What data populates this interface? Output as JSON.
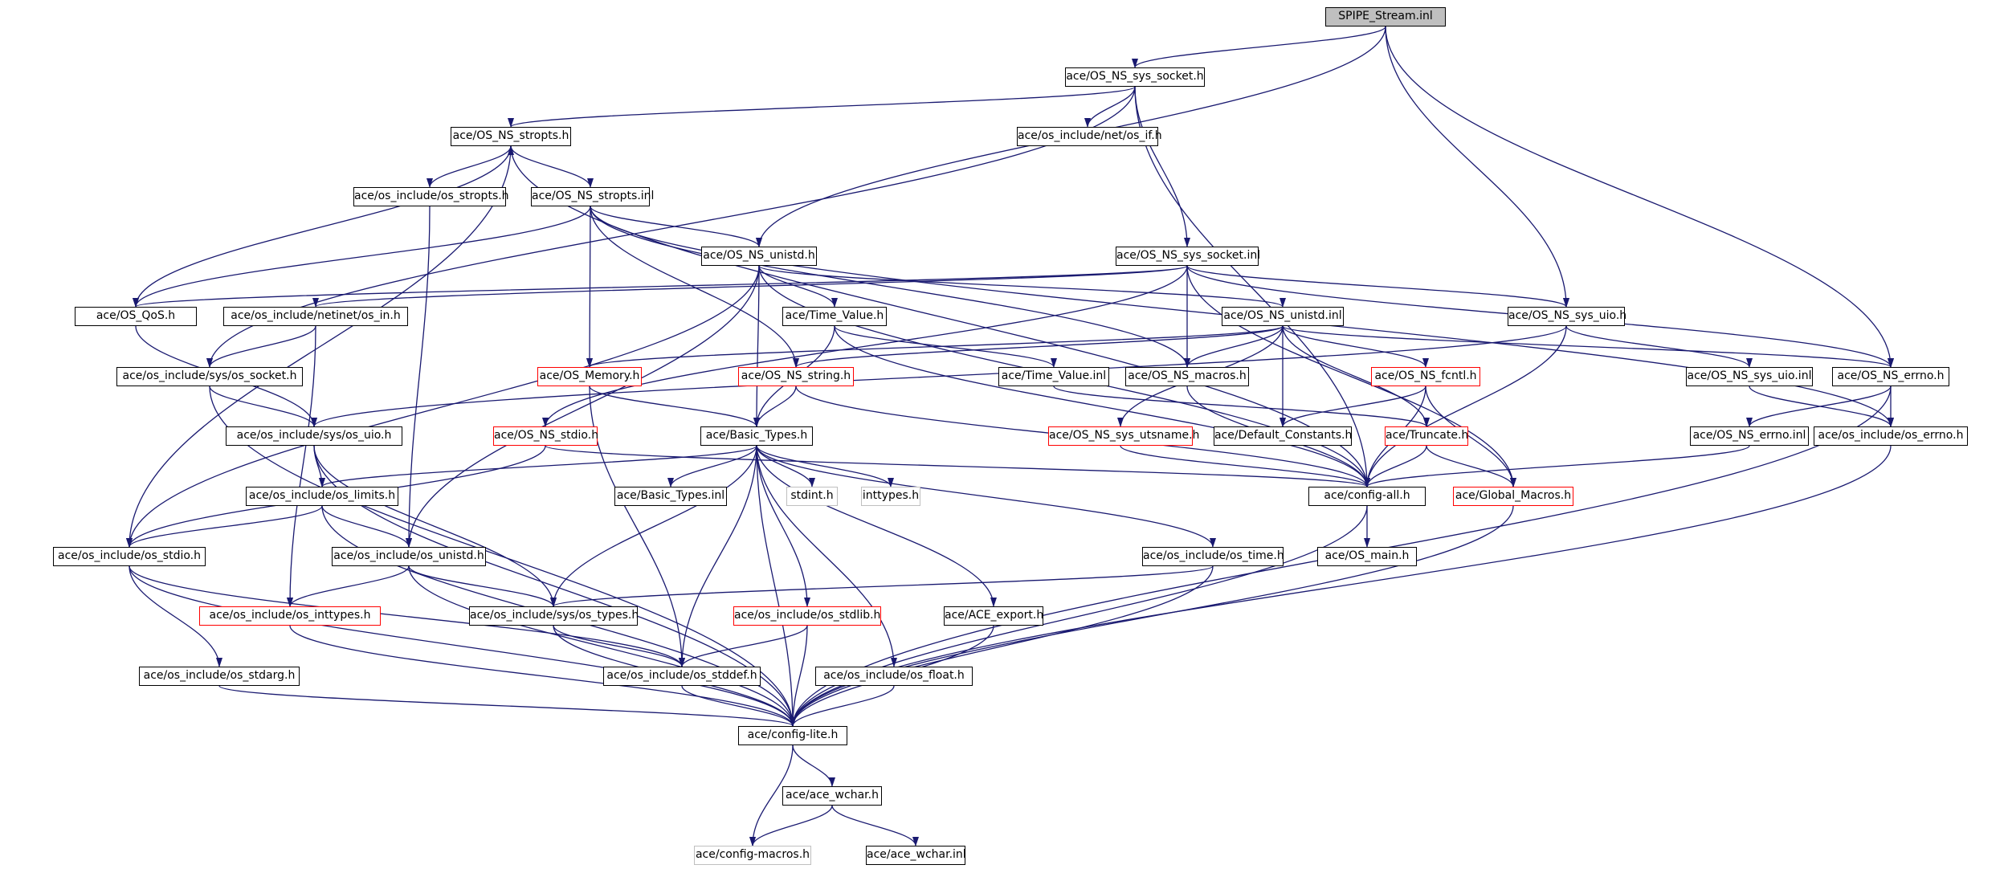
{
  "colors": {
    "edge": "#191970",
    "node_border": "#000000",
    "missing_border": "#ff0000",
    "external_border": "#bfbfbf",
    "root_fill": "#bfbfbf"
  },
  "nodes": [
    {
      "id": "spipe_stream_inl",
      "label": "SPIPE_Stream.inl",
      "style": "root"
    },
    {
      "id": "os_ns_sys_socket_h",
      "label": "ace/OS_NS_sys_socket.h",
      "style": "normal"
    },
    {
      "id": "os_ns_stropts_h",
      "label": "ace/OS_NS_stropts.h",
      "style": "normal"
    },
    {
      "id": "os_if_h",
      "label": "ace/os_include/net/os_if.h",
      "style": "normal"
    },
    {
      "id": "os_stropts_h",
      "label": "ace/os_include/os_stropts.h",
      "style": "normal"
    },
    {
      "id": "os_ns_stropts_inl",
      "label": "ace/OS_NS_stropts.inl",
      "style": "normal"
    },
    {
      "id": "os_ns_unistd_h",
      "label": "ace/OS_NS_unistd.h",
      "style": "normal"
    },
    {
      "id": "os_ns_sys_socket_inl",
      "label": "ace/OS_NS_sys_socket.inl",
      "style": "normal"
    },
    {
      "id": "os_qos_h",
      "label": "ace/OS_QoS.h",
      "style": "normal"
    },
    {
      "id": "os_in_h",
      "label": "ace/os_include/netinet/os_in.h",
      "style": "normal"
    },
    {
      "id": "time_value_h",
      "label": "ace/Time_Value.h",
      "style": "normal"
    },
    {
      "id": "os_ns_unistd_inl",
      "label": "ace/OS_NS_unistd.inl",
      "style": "normal"
    },
    {
      "id": "os_ns_sys_uio_h",
      "label": "ace/OS_NS_sys_uio.h",
      "style": "normal"
    },
    {
      "id": "sys_os_socket_h",
      "label": "ace/os_include/sys/os_socket.h",
      "style": "normal"
    },
    {
      "id": "os_memory_h",
      "label": "ace/OS_Memory.h",
      "style": "missing"
    },
    {
      "id": "os_ns_string_h",
      "label": "ace/OS_NS_string.h",
      "style": "missing"
    },
    {
      "id": "time_value_inl",
      "label": "ace/Time_Value.inl",
      "style": "normal"
    },
    {
      "id": "os_ns_macros_h",
      "label": "ace/OS_NS_macros.h",
      "style": "normal"
    },
    {
      "id": "os_ns_fcntl_h",
      "label": "ace/OS_NS_fcntl.h",
      "style": "missing"
    },
    {
      "id": "os_ns_sys_uio_inl",
      "label": "ace/OS_NS_sys_uio.inl",
      "style": "normal"
    },
    {
      "id": "os_ns_errno_h",
      "label": "ace/OS_NS_errno.h",
      "style": "normal"
    },
    {
      "id": "sys_os_uio_h",
      "label": "ace/os_include/sys/os_uio.h",
      "style": "normal"
    },
    {
      "id": "os_ns_stdio_h",
      "label": "ace/OS_NS_stdio.h",
      "style": "missing"
    },
    {
      "id": "basic_types_h",
      "label": "ace/Basic_Types.h",
      "style": "normal"
    },
    {
      "id": "os_ns_sys_utsname_h",
      "label": "ace/OS_NS_sys_utsname.h",
      "style": "missing"
    },
    {
      "id": "default_constants_h",
      "label": "ace/Default_Constants.h",
      "style": "normal"
    },
    {
      "id": "truncate_h",
      "label": "ace/Truncate.h",
      "style": "missing"
    },
    {
      "id": "os_ns_errno_inl",
      "label": "ace/OS_NS_errno.inl",
      "style": "normal"
    },
    {
      "id": "os_errno_h",
      "label": "ace/os_include/os_errno.h",
      "style": "normal"
    },
    {
      "id": "os_limits_h",
      "label": "ace/os_include/os_limits.h",
      "style": "normal"
    },
    {
      "id": "basic_types_inl",
      "label": "ace/Basic_Types.inl",
      "style": "normal"
    },
    {
      "id": "stdint_h",
      "label": "stdint.h",
      "style": "external"
    },
    {
      "id": "inttypes_h",
      "label": "inttypes.h",
      "style": "external"
    },
    {
      "id": "config_all_h",
      "label": "ace/config-all.h",
      "style": "normal"
    },
    {
      "id": "global_macros_h",
      "label": "ace/Global_Macros.h",
      "style": "missing"
    },
    {
      "id": "os_stdio_h",
      "label": "ace/os_include/os_stdio.h",
      "style": "normal"
    },
    {
      "id": "os_unistd_h",
      "label": "ace/os_include/os_unistd.h",
      "style": "normal"
    },
    {
      "id": "os_time_h",
      "label": "ace/os_include/os_time.h",
      "style": "normal"
    },
    {
      "id": "os_main_h",
      "label": "ace/OS_main.h",
      "style": "normal"
    },
    {
      "id": "os_inttypes_h",
      "label": "ace/os_include/os_inttypes.h",
      "style": "missing"
    },
    {
      "id": "sys_os_types_h",
      "label": "ace/os_include/sys/os_types.h",
      "style": "normal"
    },
    {
      "id": "os_stdlib_h",
      "label": "ace/os_include/os_stdlib.h",
      "style": "missing"
    },
    {
      "id": "ace_export_h",
      "label": "ace/ACE_export.h",
      "style": "normal"
    },
    {
      "id": "os_stdarg_h",
      "label": "ace/os_include/os_stdarg.h",
      "style": "normal"
    },
    {
      "id": "os_stddef_h",
      "label": "ace/os_include/os_stddef.h",
      "style": "normal"
    },
    {
      "id": "os_float_h",
      "label": "ace/os_include/os_float.h",
      "style": "normal"
    },
    {
      "id": "config_lite_h",
      "label": "ace/config-lite.h",
      "style": "normal"
    },
    {
      "id": "ace_wchar_h",
      "label": "ace/ace_wchar.h",
      "style": "normal"
    },
    {
      "id": "config_macros_h",
      "label": "ace/config-macros.h",
      "style": "external"
    },
    {
      "id": "ace_wchar_inl",
      "label": "ace/ace_wchar.inl",
      "style": "normal"
    }
  ],
  "edges": [
    [
      "spipe_stream_inl",
      "os_ns_sys_socket_h"
    ],
    [
      "spipe_stream_inl",
      "os_ns_unistd_h"
    ],
    [
      "spipe_stream_inl",
      "os_ns_sys_uio_h"
    ],
    [
      "spipe_stream_inl",
      "os_ns_errno_h"
    ],
    [
      "os_ns_sys_socket_h",
      "os_ns_stropts_h"
    ],
    [
      "os_ns_sys_socket_h",
      "os_if_h"
    ],
    [
      "os_ns_sys_socket_h",
      "os_ns_sys_socket_inl"
    ],
    [
      "os_ns_sys_socket_h",
      "sys_os_socket_h"
    ],
    [
      "os_ns_sys_socket_h",
      "config_all_h"
    ],
    [
      "os_ns_stropts_h",
      "os_stropts_h"
    ],
    [
      "os_ns_stropts_h",
      "os_ns_stropts_inl"
    ],
    [
      "os_ns_stropts_h",
      "os_stdio_h"
    ],
    [
      "os_ns_stropts_h",
      "config_all_h"
    ],
    [
      "os_stropts_h",
      "os_unistd_h"
    ],
    [
      "os_ns_stropts_inl",
      "os_ns_unistd_h"
    ],
    [
      "os_ns_stropts_inl",
      "os_qos_h"
    ],
    [
      "os_ns_stropts_inl",
      "os_memory_h"
    ],
    [
      "os_ns_stropts_inl",
      "os_ns_string_h"
    ],
    [
      "os_ns_stropts_inl",
      "os_ns_macros_h"
    ],
    [
      "os_ns_stropts_inl",
      "os_errno_h"
    ],
    [
      "os_ns_unistd_h",
      "time_value_h"
    ],
    [
      "os_ns_unistd_h",
      "basic_types_h"
    ],
    [
      "os_ns_unistd_h",
      "os_ns_unistd_inl"
    ],
    [
      "os_ns_unistd_h",
      "os_unistd_h"
    ],
    [
      "os_ns_unistd_h",
      "os_stdio_h"
    ],
    [
      "os_ns_unistd_h",
      "config_all_h"
    ],
    [
      "os_ns_sys_socket_inl",
      "os_qos_h"
    ],
    [
      "os_ns_sys_socket_inl",
      "os_in_h"
    ],
    [
      "os_ns_sys_socket_inl",
      "os_ns_sys_uio_h"
    ],
    [
      "os_ns_sys_socket_inl",
      "os_ns_macros_h"
    ],
    [
      "os_ns_sys_socket_inl",
      "os_ns_stdio_h"
    ],
    [
      "os_ns_sys_socket_inl",
      "os_ns_errno_h"
    ],
    [
      "os_ns_sys_socket_inl",
      "global_macros_h"
    ],
    [
      "os_qos_h",
      "os_ns_stropts_h"
    ],
    [
      "os_qos_h",
      "sys_os_uio_h"
    ],
    [
      "os_in_h",
      "sys_os_socket_h"
    ],
    [
      "os_in_h",
      "os_inttypes_h"
    ],
    [
      "time_value_h",
      "time_value_inl"
    ],
    [
      "time_value_h",
      "basic_types_h"
    ],
    [
      "time_value_h",
      "config_all_h"
    ],
    [
      "os_ns_unistd_inl",
      "os_memory_h"
    ],
    [
      "os_ns_unistd_inl",
      "os_ns_string_h"
    ],
    [
      "os_ns_unistd_inl",
      "os_ns_macros_h"
    ],
    [
      "os_ns_unistd_inl",
      "os_ns_fcntl_h"
    ],
    [
      "os_ns_unistd_inl",
      "os_ns_errno_h"
    ],
    [
      "os_ns_unistd_inl",
      "os_ns_sys_utsname_h"
    ],
    [
      "os_ns_unistd_inl",
      "default_constants_h"
    ],
    [
      "os_ns_unistd_inl",
      "truncate_h"
    ],
    [
      "os_ns_sys_uio_h",
      "os_ns_sys_uio_inl"
    ],
    [
      "os_ns_sys_uio_h",
      "sys_os_uio_h"
    ],
    [
      "os_ns_sys_uio_h",
      "config_all_h"
    ],
    [
      "sys_os_socket_h",
      "sys_os_uio_h"
    ],
    [
      "sys_os_socket_h",
      "config_lite_h"
    ],
    [
      "os_memory_h",
      "basic_types_h"
    ],
    [
      "os_memory_h",
      "os_stddef_h"
    ],
    [
      "os_ns_string_h",
      "basic_types_h"
    ],
    [
      "os_ns_string_h",
      "config_all_h"
    ],
    [
      "time_value_inl",
      "truncate_h"
    ],
    [
      "os_ns_macros_h",
      "config_all_h"
    ],
    [
      "os_ns_fcntl_h",
      "default_constants_h"
    ],
    [
      "os_ns_fcntl_h",
      "global_macros_h"
    ],
    [
      "os_ns_fcntl_h",
      "config_all_h"
    ],
    [
      "os_ns_sys_uio_inl",
      "os_errno_h"
    ],
    [
      "os_ns_errno_h",
      "os_ns_errno_inl"
    ],
    [
      "os_ns_errno_h",
      "os_errno_h"
    ],
    [
      "os_ns_errno_h",
      "config_lite_h"
    ],
    [
      "sys_os_uio_h",
      "os_limits_h"
    ],
    [
      "sys_os_uio_h",
      "sys_os_types_h"
    ],
    [
      "sys_os_uio_h",
      "config_lite_h"
    ],
    [
      "os_ns_stdio_h",
      "os_stdio_h"
    ],
    [
      "os_ns_stdio_h",
      "config_all_h"
    ],
    [
      "basic_types_h",
      "basic_types_inl"
    ],
    [
      "basic_types_h",
      "stdint_h"
    ],
    [
      "basic_types_h",
      "inttypes_h"
    ],
    [
      "basic_types_h",
      "os_limits_h"
    ],
    [
      "basic_types_h",
      "sys_os_types_h"
    ],
    [
      "basic_types_h",
      "os_stddef_h"
    ],
    [
      "basic_types_h",
      "os_stdlib_h"
    ],
    [
      "basic_types_h",
      "ace_export_h"
    ],
    [
      "basic_types_h",
      "os_float_h"
    ],
    [
      "basic_types_h",
      "config_lite_h"
    ],
    [
      "basic_types_h",
      "os_time_h"
    ],
    [
      "os_ns_sys_utsname_h",
      "config_all_h"
    ],
    [
      "truncate_h",
      "config_all_h"
    ],
    [
      "truncate_h",
      "global_macros_h"
    ],
    [
      "os_ns_errno_inl",
      "config_all_h"
    ],
    [
      "os_errno_h",
      "config_lite_h"
    ],
    [
      "os_limits_h",
      "os_stdio_h"
    ],
    [
      "os_limits_h",
      "os_unistd_h"
    ],
    [
      "os_limits_h",
      "config_lite_h"
    ],
    [
      "config_all_h",
      "os_main_h"
    ],
    [
      "config_all_h",
      "config_lite_h"
    ],
    [
      "global_macros_h",
      "config_lite_h"
    ],
    [
      "os_stdio_h",
      "os_stdarg_h"
    ],
    [
      "os_stdio_h",
      "os_stddef_h"
    ],
    [
      "os_stdio_h",
      "config_lite_h"
    ],
    [
      "os_unistd_h",
      "os_inttypes_h"
    ],
    [
      "os_unistd_h",
      "sys_os_types_h"
    ],
    [
      "os_unistd_h",
      "config_lite_h"
    ],
    [
      "os_time_h",
      "sys_os_types_h"
    ],
    [
      "os_time_h",
      "config_lite_h"
    ],
    [
      "os_inttypes_h",
      "config_lite_h"
    ],
    [
      "sys_os_types_h",
      "os_stddef_h"
    ],
    [
      "sys_os_types_h",
      "config_lite_h"
    ],
    [
      "os_stdlib_h",
      "os_stddef_h"
    ],
    [
      "os_stdlib_h",
      "config_lite_h"
    ],
    [
      "ace_export_h",
      "config_lite_h"
    ],
    [
      "os_stdarg_h",
      "config_lite_h"
    ],
    [
      "os_stddef_h",
      "config_lite_h"
    ],
    [
      "os_float_h",
      "config_lite_h"
    ],
    [
      "config_lite_h",
      "ace_wchar_h"
    ],
    [
      "config_lite_h",
      "config_macros_h"
    ],
    [
      "ace_wchar_h",
      "config_macros_h"
    ],
    [
      "ace_wchar_h",
      "ace_wchar_inl"
    ]
  ]
}
